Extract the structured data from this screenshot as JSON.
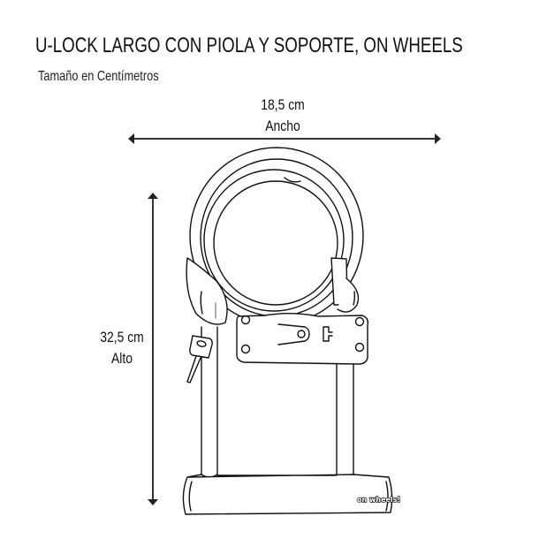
{
  "header": {
    "title": "U-LOCK LARGO CON PIOLA Y SOPORTE, ON WHEELS",
    "subtitle": "Tamaño en Centímetros"
  },
  "dimensions": {
    "width": {
      "value": "18,5 cm",
      "label": "Ancho"
    },
    "height": {
      "value": "32,5 cm",
      "label": "Alto"
    }
  },
  "product": {
    "brand_logo": "on wheels!",
    "components": [
      "u-lock shackle",
      "crossbar lock body",
      "coiled cable",
      "mounting bracket",
      "key"
    ]
  },
  "colors": {
    "line": "#111111",
    "arrow": "#333333",
    "background": "#ffffff"
  }
}
